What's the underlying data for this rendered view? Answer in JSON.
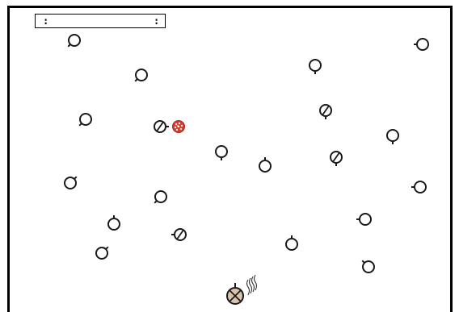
{
  "hud": {
    "left_readout": ":",
    "right_readout": ":"
  },
  "colors": {
    "frame": "#000000",
    "background": "#ffffff",
    "stroke": "#1a1a1a",
    "target_dot": "#d83a2a",
    "player_fill": "#d9c3ad"
  },
  "entities": {
    "agent_icon": "plain-circle-with-tick",
    "blocked_icon": "circle-with-slash",
    "player_icon": "x-marked-circle",
    "target_icon": "red-dotted-disc",
    "wind_icon": "wavy-lines"
  }
}
